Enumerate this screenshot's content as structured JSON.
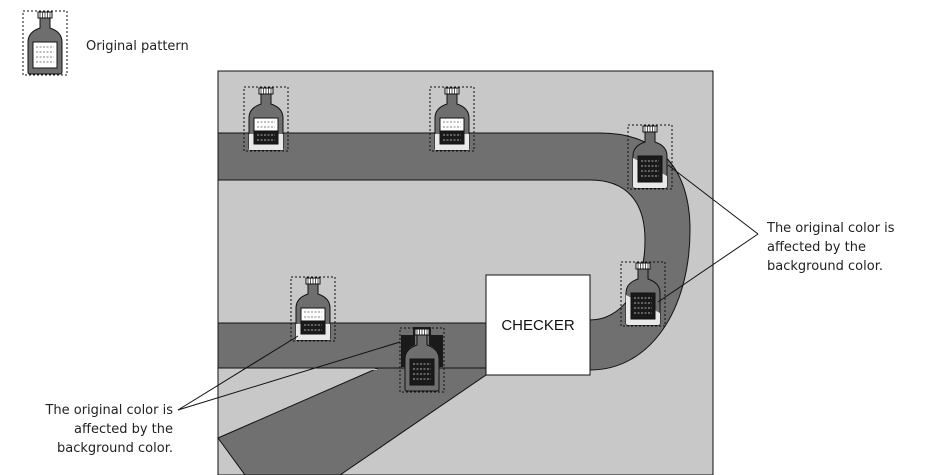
{
  "legend": {
    "label": "Original pattern",
    "icon": "bottle-icon"
  },
  "checker": {
    "label": "CHECKER"
  },
  "callout_right": {
    "lines": [
      "The original color is",
      "affected by the",
      "background color."
    ]
  },
  "callout_left": {
    "lines": [
      "The original color is",
      "affected by the",
      "background color."
    ]
  },
  "colors": {
    "panel": "#c8c8c8",
    "conveyor": "#707070",
    "bottle_body": "#6e6e6e",
    "label_light": "#ffffff",
    "label_dark": "#1a1a1a",
    "checker_box": "#ffffff"
  }
}
